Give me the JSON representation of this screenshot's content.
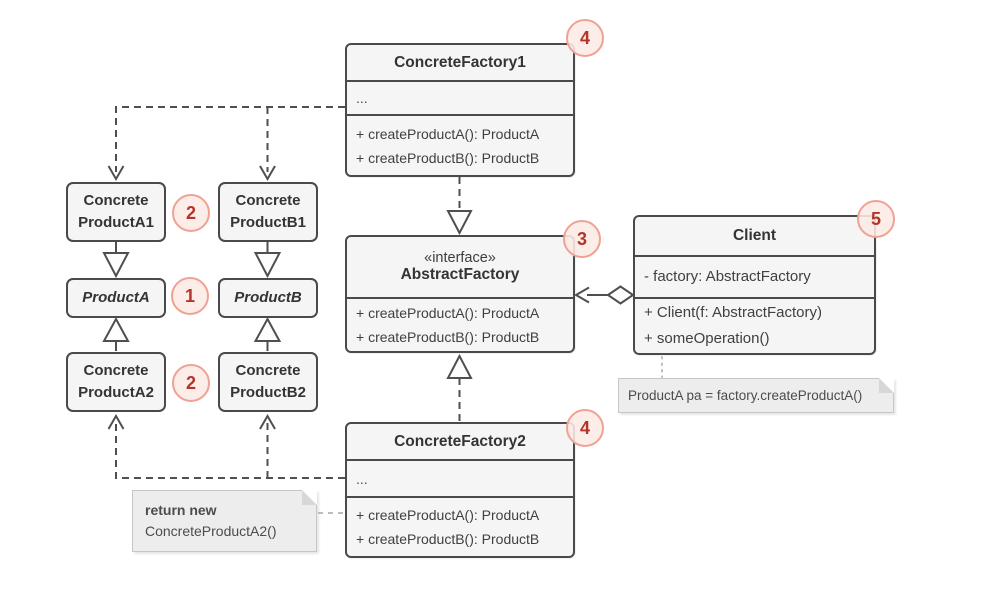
{
  "classes": {
    "concreteFactory1": {
      "badge": "4",
      "title": "ConcreteFactory1",
      "ellipsis": "...",
      "methods": [
        "+ createProductA(): ProductA",
        "+ createProductB(): ProductB"
      ]
    },
    "abstractFactory": {
      "badge": "3",
      "stereotype": "«interface»",
      "title": "AbstractFactory",
      "methods": [
        "+ createProductA(): ProductA",
        "+ createProductB(): ProductB"
      ]
    },
    "concreteFactory2": {
      "badge": "4",
      "title": "ConcreteFactory2",
      "ellipsis": "...",
      "methods": [
        "+ createProductA(): ProductA",
        "+ createProductB(): ProductB"
      ]
    },
    "client": {
      "badge": "5",
      "title": "Client",
      "attributes": [
        "- factory: AbstractFactory"
      ],
      "methods": [
        "+ Client(f: AbstractFactory)",
        "+ someOperation()"
      ]
    },
    "concreteProductA1": {
      "line1": "Concrete",
      "line2": "ProductA1"
    },
    "concreteProductB1": {
      "line1": "Concrete",
      "line2": "ProductB1"
    },
    "productA": {
      "title": "ProductA"
    },
    "productB": {
      "title": "ProductB"
    },
    "concreteProductA2": {
      "line1": "Concrete",
      "line2": "ProductA2"
    },
    "concreteProductB2": {
      "line1": "Concrete",
      "line2": "ProductB2"
    }
  },
  "badges": {
    "products": "1",
    "concreteProductsTop": "2",
    "concreteProductsBottom": "2"
  },
  "notes": {
    "factoryNote": {
      "boldLine": "return new",
      "line2": "ConcreteProductA2()"
    },
    "clientNote": {
      "text": "ProductA pa = factory.createProductA()"
    }
  },
  "colors": {
    "boxBorder": "#4a4a4a",
    "boxFill": "#f5f5f5",
    "badgeRing": "#efa293",
    "badgeFill": "#fcebe7",
    "badgeText": "#b5342a",
    "noteFill": "#ededed",
    "noteBorder": "#c6c6c6",
    "background": "#ffffff"
  }
}
